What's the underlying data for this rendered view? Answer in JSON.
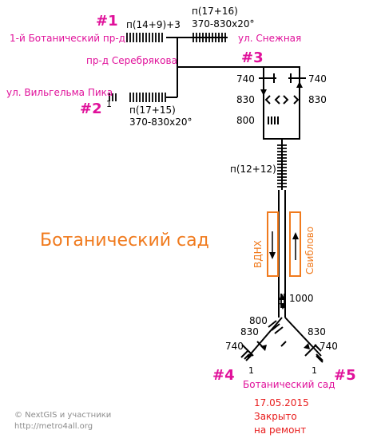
{
  "exits": {
    "e1": {
      "num": "#1",
      "name": "1-й Ботанический пр-д",
      "stairs": "п(14+9)+3"
    },
    "e1b": {
      "stairs": "п(17+16)",
      "ramp": "370-830x20°",
      "name": "ул. Снежная"
    },
    "e2": {
      "num": "#2",
      "name": "ул. Вильгельма Пика",
      "steps_count": "1",
      "stairs": "п(17+15)",
      "ramp": "370-830x20°"
    },
    "e3": {
      "num": "#3",
      "street": "пр-д Серебрякова"
    },
    "e4": {
      "num": "#4",
      "steps_count": "1"
    },
    "e5": {
      "num": "#5",
      "steps_count": "1"
    }
  },
  "widths": {
    "w740l": "740",
    "w740r": "740",
    "w830l": "830",
    "w830r": "830",
    "w800": "800",
    "w1000": "1000",
    "w800b": "800",
    "w830bl": "830",
    "w830br": "830",
    "w740bl": "740",
    "w740br": "740"
  },
  "stairs_main": "п(12+12)",
  "station": "Ботанический сад",
  "platform_label": "Ботанический сад",
  "track_left": "ВДНХ",
  "track_right": "Свиблово",
  "notice": {
    "date": "17.05.2015",
    "line1": "Закрыто",
    "line2": "на ремонт"
  },
  "credits": {
    "line1": "© NextGIS и участники",
    "line2": "http://metro4all.org"
  },
  "colors": {
    "magenta": "#e0109a",
    "orange": "#f07a1d",
    "red": "#e81c1c",
    "credit": "#8c8c8c"
  }
}
